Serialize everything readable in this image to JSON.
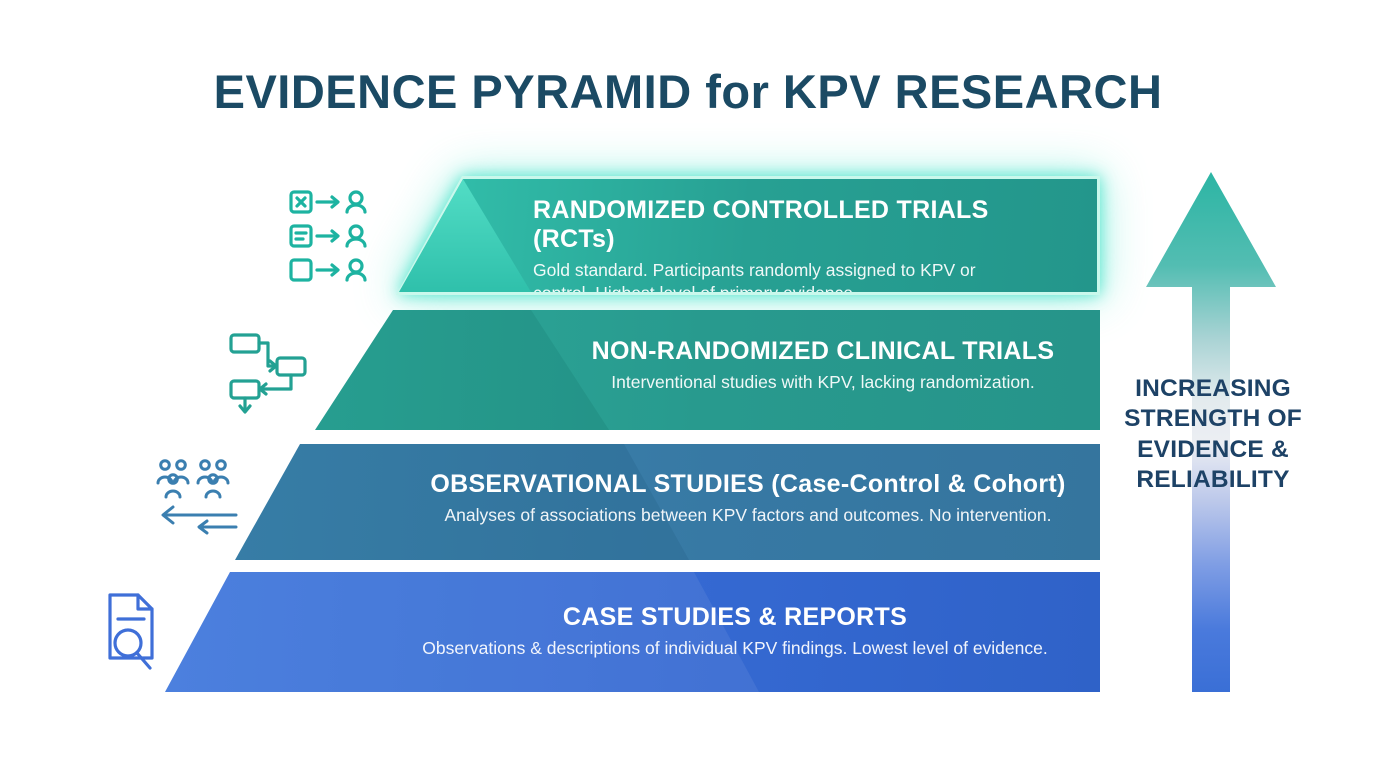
{
  "title": "EVIDENCE PYRAMID for KPV RESEARCH",
  "pyramid": {
    "levels": [
      {
        "rank": 1,
        "title": "RANDOMIZED CONTROLLED TRIALS (RCTs)",
        "description": "Gold standard. Participants randomly assigned to KPV or control. Highest level of primary evidence.",
        "icon": "randomization-icon",
        "color": "#2ab39f"
      },
      {
        "rank": 2,
        "title": "NON-RANDOMIZED CLINICAL TRIALS",
        "description": "Interventional studies with KPV, lacking randomization.",
        "icon": "flowchart-icon",
        "color": "#289a8e"
      },
      {
        "rank": 3,
        "title": "OBSERVATIONAL STUDIES (Case-Control & Cohort)",
        "description": "Analyses of associations between KPV factors and outcomes. No intervention.",
        "icon": "cohort-groups-icon",
        "color": "#3779a4"
      },
      {
        "rank": 4,
        "title": "CASE STUDIES & REPORTS",
        "description": "Observations & descriptions of individual KPV findings. Lowest level of evidence.",
        "icon": "document-magnifier-icon",
        "color": "#3569d2"
      }
    ]
  },
  "arrow": {
    "label": "INCREASING STRENGTH OF EVIDENCE & RELIABILITY",
    "gradient_top": "#2cb5a4",
    "gradient_bottom": "#3a6fd6"
  }
}
